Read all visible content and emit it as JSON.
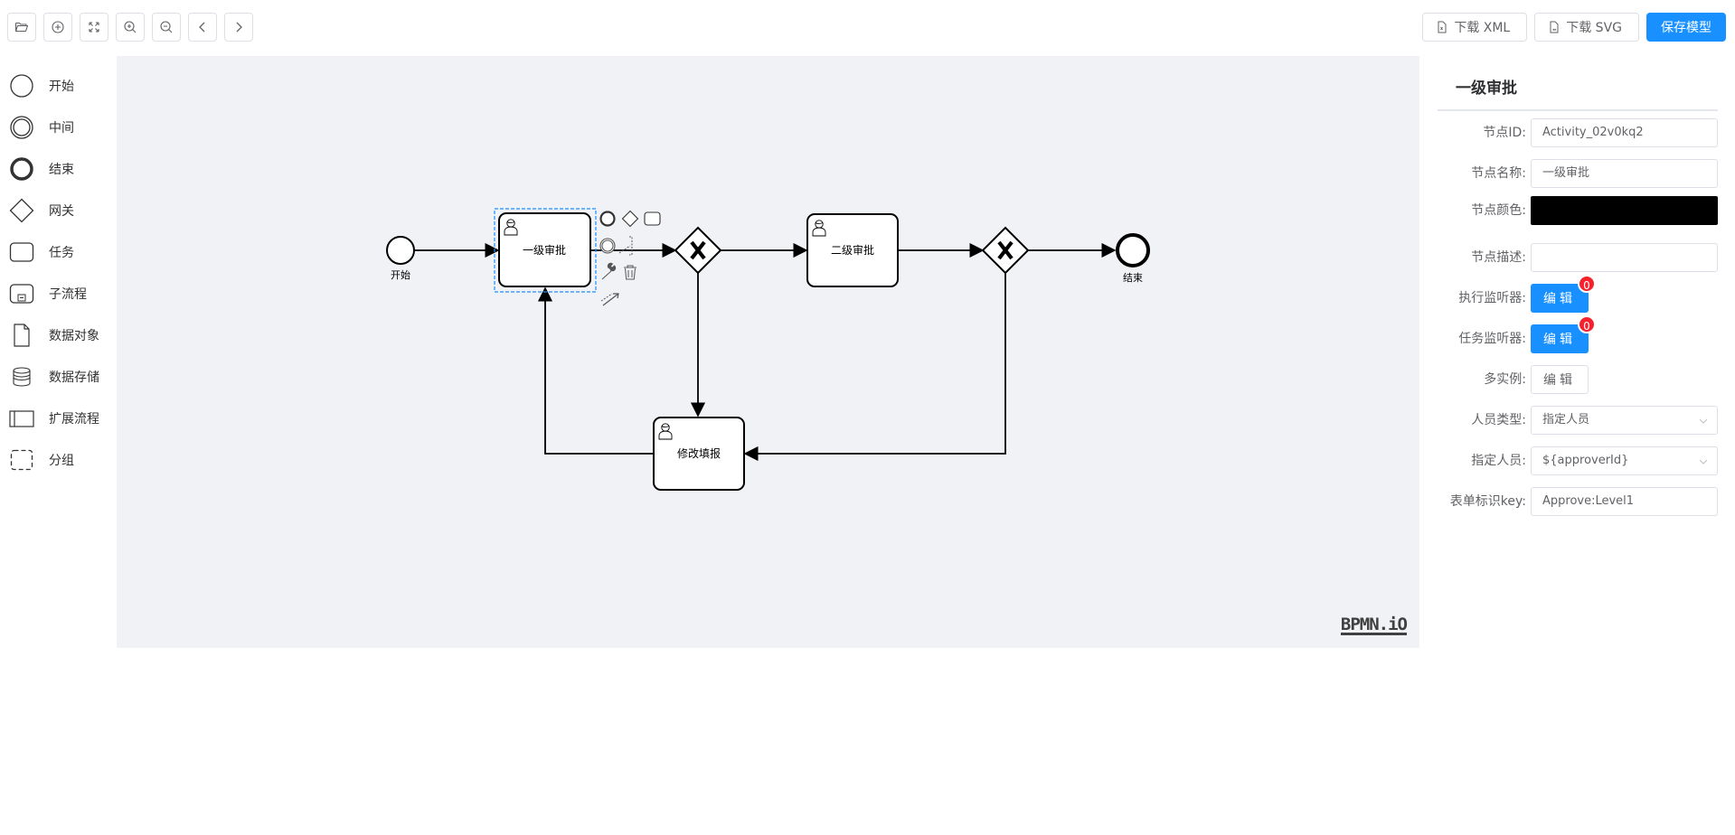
{
  "toolbar": {
    "left_icons": [
      "folder-open-icon",
      "plus-circle-icon",
      "fit-screen-icon",
      "zoom-in-icon",
      "zoom-out-icon",
      "undo-icon",
      "redo-icon"
    ],
    "download_xml": "下载 XML",
    "download_svg": "下载 SVG",
    "save_model": "保存模型"
  },
  "palette": {
    "items": [
      {
        "label": "开始",
        "icon": "start-event-icon"
      },
      {
        "label": "中间",
        "icon": "intermediate-event-icon"
      },
      {
        "label": "结束",
        "icon": "end-event-icon"
      },
      {
        "label": "网关",
        "icon": "gateway-icon"
      },
      {
        "label": "任务",
        "icon": "task-icon"
      },
      {
        "label": "子流程",
        "icon": "subprocess-icon"
      },
      {
        "label": "数据对象",
        "icon": "data-object-icon"
      },
      {
        "label": "数据存储",
        "icon": "data-store-icon"
      },
      {
        "label": "扩展流程",
        "icon": "pool-icon"
      },
      {
        "label": "分组",
        "icon": "group-icon"
      }
    ]
  },
  "diagram": {
    "start_label": "开始",
    "end_label": "结束",
    "task1": "一级审批",
    "task2": "二级审批",
    "task3": "修改填报",
    "watermark": "BPMN.iO"
  },
  "properties": {
    "title": "一级审批",
    "node_id_label": "节点ID:",
    "node_id_value": "Activity_02v0kq2",
    "node_name_label": "节点名称:",
    "node_name_value": "一级审批",
    "node_color_label": "节点颜色:",
    "node_color_value": "#000000",
    "node_desc_label": "节点描述:",
    "node_desc_value": "",
    "exec_listener_label": "执行监听器:",
    "exec_listener_btn": "编辑",
    "exec_listener_count": "0",
    "task_listener_label": "任务监听器:",
    "task_listener_btn": "编辑",
    "task_listener_count": "0",
    "multi_instance_label": "多实例:",
    "multi_instance_btn": "编辑",
    "user_type_label": "人员类型:",
    "user_type_value": "指定人员",
    "assignee_label": "指定人员:",
    "assignee_value": "${approverId}",
    "form_key_label": "表单标识key:",
    "form_key_value": "Approve:Level1"
  },
  "colors": {
    "primary": "#1890ff",
    "badge": "#f5222d",
    "canvas_bg": "#f0f2f6",
    "selection": "#1890ff"
  }
}
